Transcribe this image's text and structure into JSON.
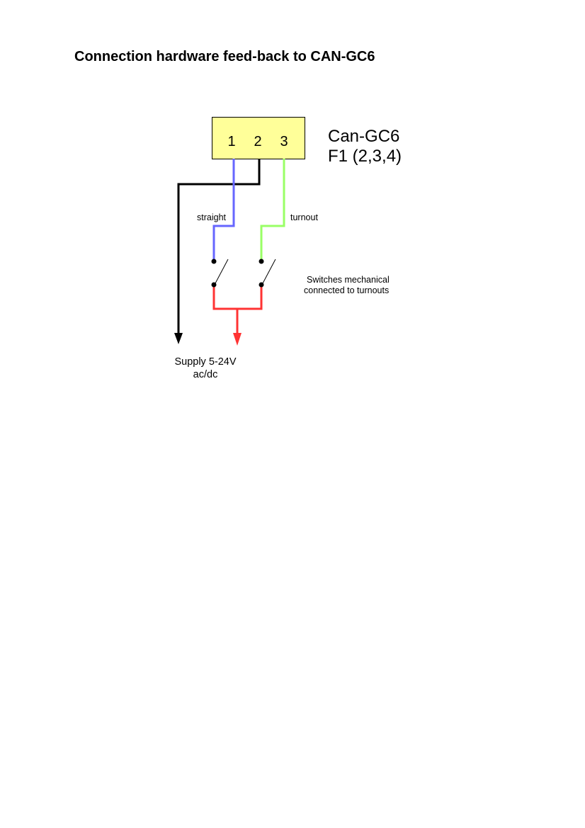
{
  "title": "Connection hardware feed-back to CAN-GC6",
  "device": {
    "name": "Can-GC6",
    "sub": "F1 (2,3,4)",
    "pins": [
      "1",
      "2",
      "3"
    ],
    "fill": "#ffff99"
  },
  "labels": {
    "straight": "straight",
    "turnout": "turnout",
    "switches_line1": "Switches mechanical",
    "switches_line2": "connected to turnouts",
    "supply_line1": "Supply 5-24V",
    "supply_line2": "ac/dc"
  },
  "colors": {
    "blue": "#6666ff",
    "green": "#99ff66",
    "red": "#ff3333",
    "black": "#000000"
  }
}
